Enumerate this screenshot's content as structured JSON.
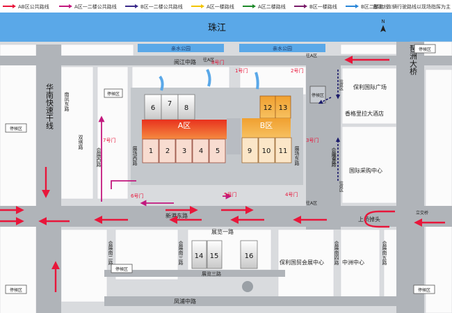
{
  "legend": {
    "items": [
      {
        "label": "AB区公共路线",
        "color": "#e8163a"
      },
      {
        "label": "A区一二楼公共路线",
        "color": "#c2187e"
      },
      {
        "label": "B区一二楼公共路线",
        "color": "#3a2a8a"
      },
      {
        "label": "A区一楼路线",
        "color": "#f2c400"
      },
      {
        "label": "A区二楼路线",
        "color": "#1e8a2a"
      },
      {
        "label": "B区一楼路线",
        "color": "#7a1d6a"
      },
      {
        "label": "B区二楼路线",
        "color": "#2a86d8"
      }
    ],
    "note": "备注：车辆行驶路线以现场指挥为主",
    "note_color": "#e8163a"
  },
  "compass": "N",
  "river": "珠江",
  "parks": [
    "亲水公园",
    "亲水公园"
  ],
  "roads": {
    "huanan_expressway": "华南快速干线",
    "pazhou_bridge": "琶洲大桥",
    "yuejiang_road": "阅江中路",
    "xingang_road": "新港东路",
    "fengpu_road": "凤浦中路",
    "nanfeng_road": "南凤东路",
    "shuangta_road": "双塔路",
    "huizhan_west": "会展西路",
    "huizhan_east": "会展东路",
    "zhanchang_west": "展场西路",
    "zhanchang_east": "展场东路",
    "zhanlan_1": "展览一路",
    "zhanlan_3": "展览三路",
    "huizhan_south2": "会展南二路",
    "huizhan_south3": "会展南三路",
    "huizhan_south4": "会展南四路",
    "huizhan_south5": "会展南五路",
    "shangqiao": "上桥掉头",
    "lijiao": "立交桥"
  },
  "halls": {
    "a_zone": "A区",
    "b_zone": "B区",
    "a_lower": [
      "1",
      "2",
      "3",
      "4",
      "5"
    ],
    "a_upper": [
      "6",
      "7",
      "8"
    ],
    "b_lower": [
      "9",
      "10",
      "11"
    ],
    "b_upper": [
      "12",
      "13"
    ],
    "c_halls": [
      "14",
      "15",
      "16"
    ]
  },
  "gates": {
    "g1": "1号门",
    "g2": "2号门",
    "g3": "3号门",
    "g4": "4号门",
    "g5": "5号门",
    "g6": "6号门",
    "g7": "7号门",
    "g8": "8号门"
  },
  "markers": {
    "to_a_1": "往A区",
    "to_a_2": "往A区",
    "to_a_3": "往A区",
    "to_b_1": "往B区",
    "to_b_2": "往B区",
    "to_b_3": "往B区"
  },
  "parking_label": "停候区",
  "buildings": {
    "poly_plaza": "保利国际广场",
    "shangrila": "香格里拉大酒店",
    "purchase_center": "国际采购中心",
    "poly_expo": "保利国贸会展中心",
    "zhongzhou": "中洲中心"
  }
}
